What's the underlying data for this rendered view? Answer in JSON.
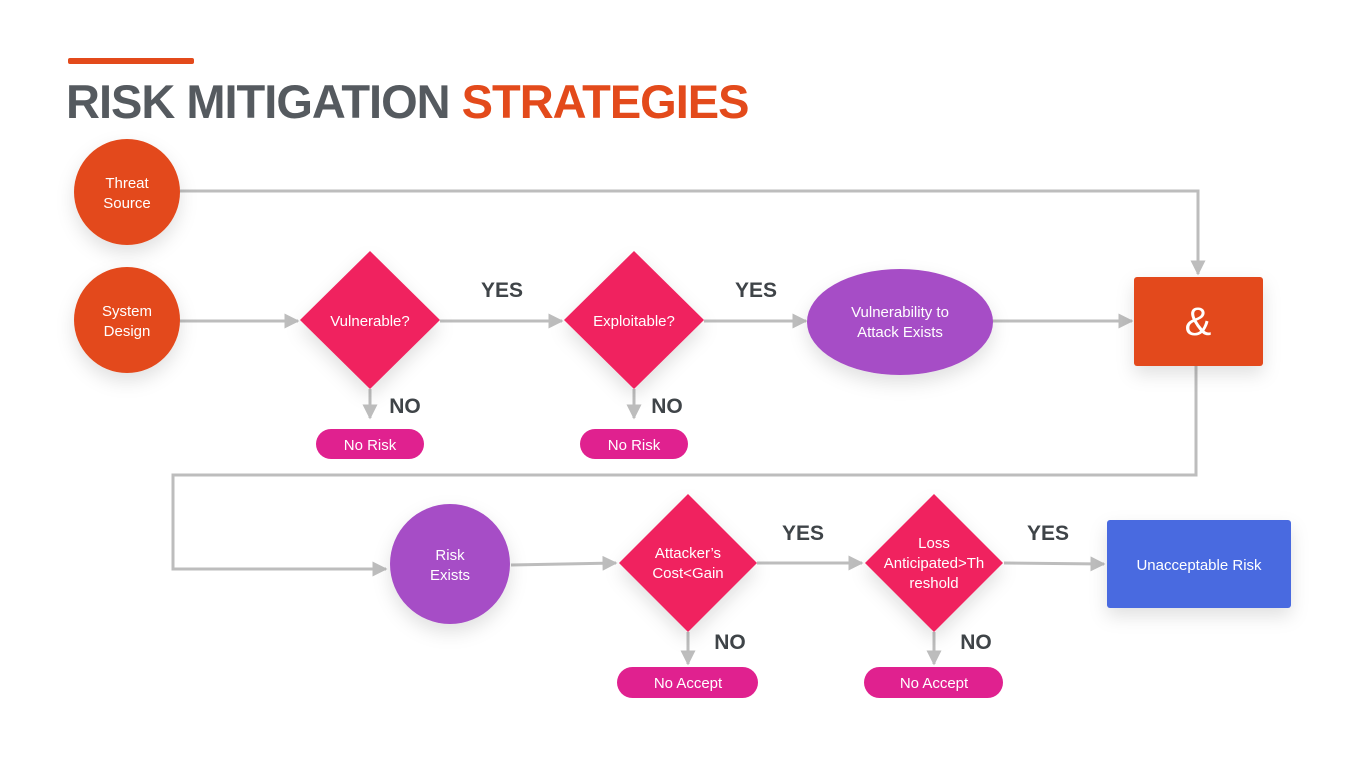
{
  "header": {
    "title_part1": "RISK MITIGATION",
    "title_part2": "STRATEGIES"
  },
  "colors": {
    "orange": "#e34a1b",
    "crimson": "#f0215e",
    "purple": "#a64dc6",
    "magenta": "#e0218f",
    "blue": "#4a6ae0",
    "connector": "#bdbdbd",
    "title_gray": "#555a5f"
  },
  "nodes": {
    "threat_source": {
      "lines": [
        "Threat",
        "Source"
      ]
    },
    "system_design": {
      "lines": [
        "System",
        "Design"
      ]
    },
    "vulnerable": {
      "lines": [
        "Vulnerable?"
      ]
    },
    "exploitable": {
      "lines": [
        "Exploitable?"
      ]
    },
    "vuln_exists": {
      "lines": [
        "Vulnerability to",
        "Attack Exists"
      ]
    },
    "and_gate": {
      "label": "&"
    },
    "risk_exists": {
      "lines": [
        "Risk",
        "Exists"
      ]
    },
    "attacker_cost": {
      "lines": [
        "Attacker’s",
        "Cost<Gain"
      ]
    },
    "loss_anticipated": {
      "lines": [
        "Loss",
        "Anticipated>Th",
        "reshold"
      ]
    },
    "unacceptable_risk": {
      "lines": [
        "Unacceptable Risk"
      ]
    }
  },
  "labels": {
    "yes_1": "YES",
    "yes_2": "YES",
    "yes_3": "YES",
    "yes_4": "YES",
    "no_1": "NO",
    "no_2": "NO",
    "no_3": "NO",
    "no_4": "NO"
  },
  "outcomes": {
    "no_risk_1": "No Risk",
    "no_risk_2": "No Risk",
    "no_accept_1": "No Accept",
    "no_accept_2": "No Accept"
  }
}
